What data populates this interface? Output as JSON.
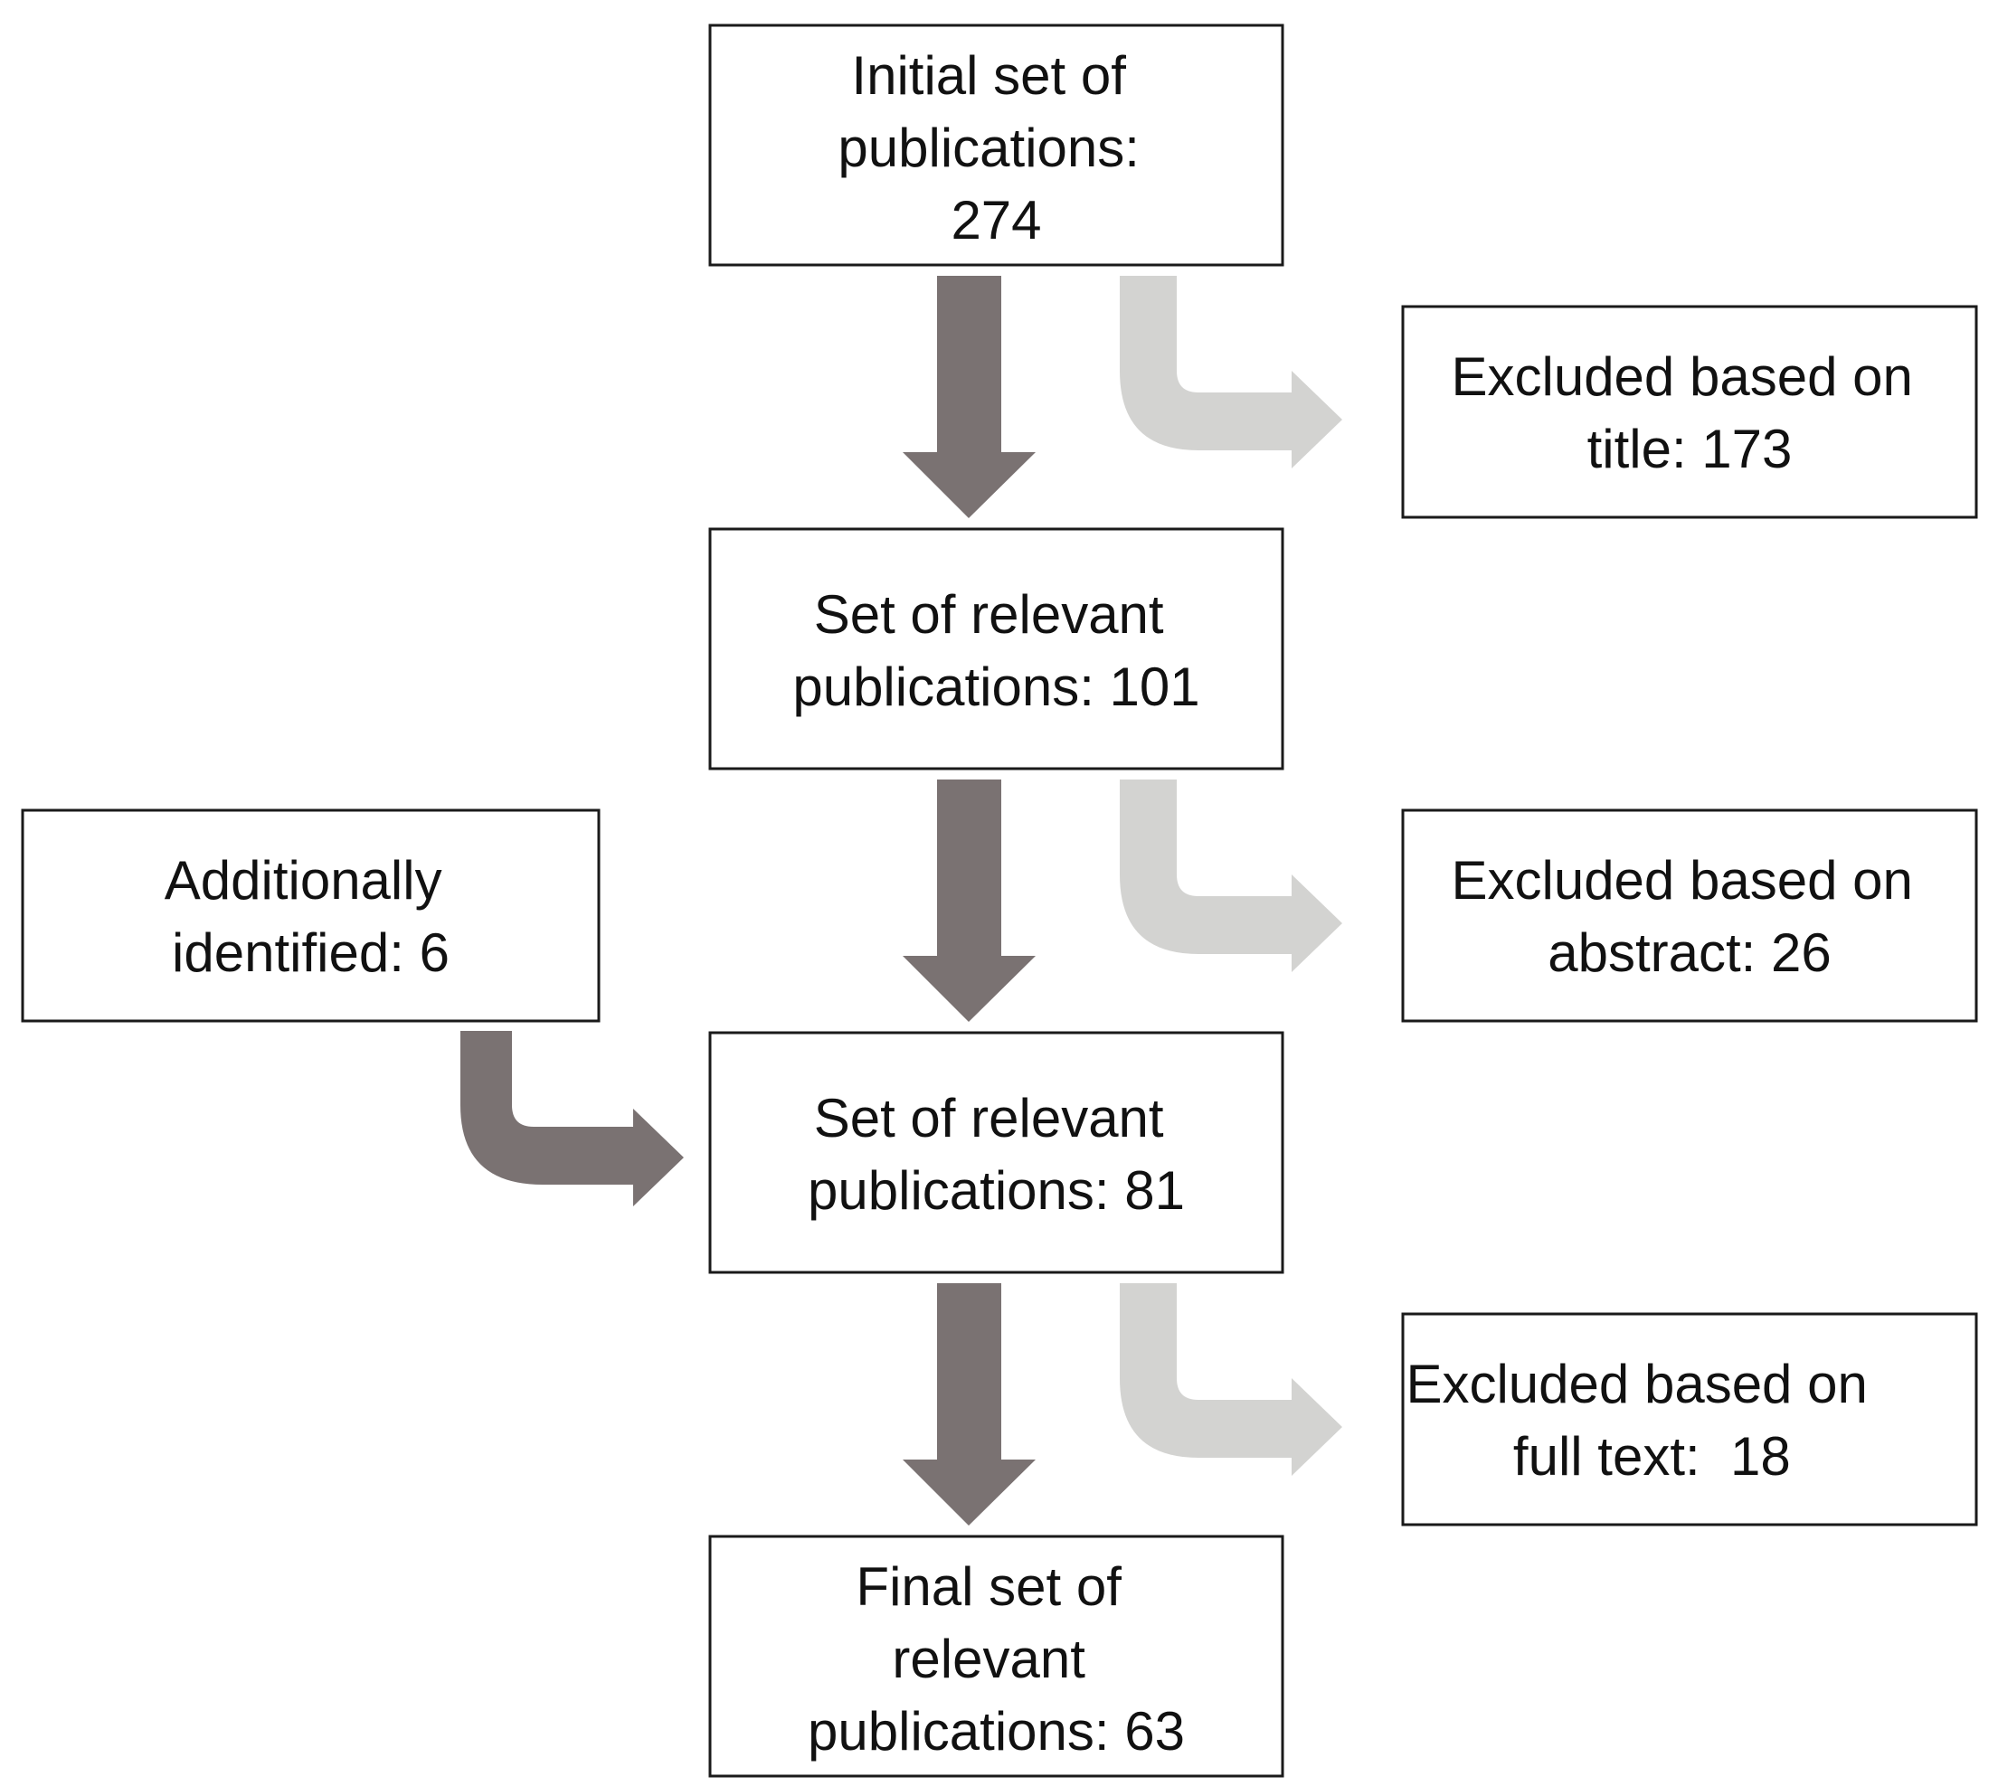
{
  "colors": {
    "main_arrow": "#7a7272",
    "exclusion_arrow": "#d3d3d1",
    "box_border": "#1a1a1a",
    "text": "#111111",
    "background": "#ffffff"
  },
  "nodes": {
    "initial": {
      "lines": [
        "Initial set of",
        "publications:",
        "274"
      ]
    },
    "relevant_101": {
      "lines": [
        "Set of relevant",
        "publications: 101"
      ]
    },
    "relevant_81": {
      "lines": [
        "Set of relevant",
        "publications: 81"
      ]
    },
    "final": {
      "lines": [
        "Final set of",
        "relevant",
        "publications: 63"
      ]
    },
    "excluded_title": {
      "lines": [
        "Excluded based on",
        "title: 173"
      ]
    },
    "excluded_abstract": {
      "lines": [
        "Excluded based on",
        "abstract: 26"
      ]
    },
    "excluded_fulltext": {
      "lines": [
        "Excluded based on",
        "full text:  18"
      ]
    },
    "additional": {
      "lines": [
        "Additionally",
        "identified: 6"
      ]
    }
  },
  "edges": [
    {
      "from": "initial",
      "to": "relevant_101",
      "style": "main"
    },
    {
      "from": "initial",
      "to": "excluded_title",
      "style": "exclusion"
    },
    {
      "from": "relevant_101",
      "to": "relevant_81",
      "style": "main"
    },
    {
      "from": "relevant_101",
      "to": "excluded_abstract",
      "style": "exclusion"
    },
    {
      "from": "additional",
      "to": "relevant_81",
      "style": "main"
    },
    {
      "from": "relevant_81",
      "to": "final",
      "style": "main"
    },
    {
      "from": "relevant_81",
      "to": "excluded_fulltext",
      "style": "exclusion"
    }
  ]
}
